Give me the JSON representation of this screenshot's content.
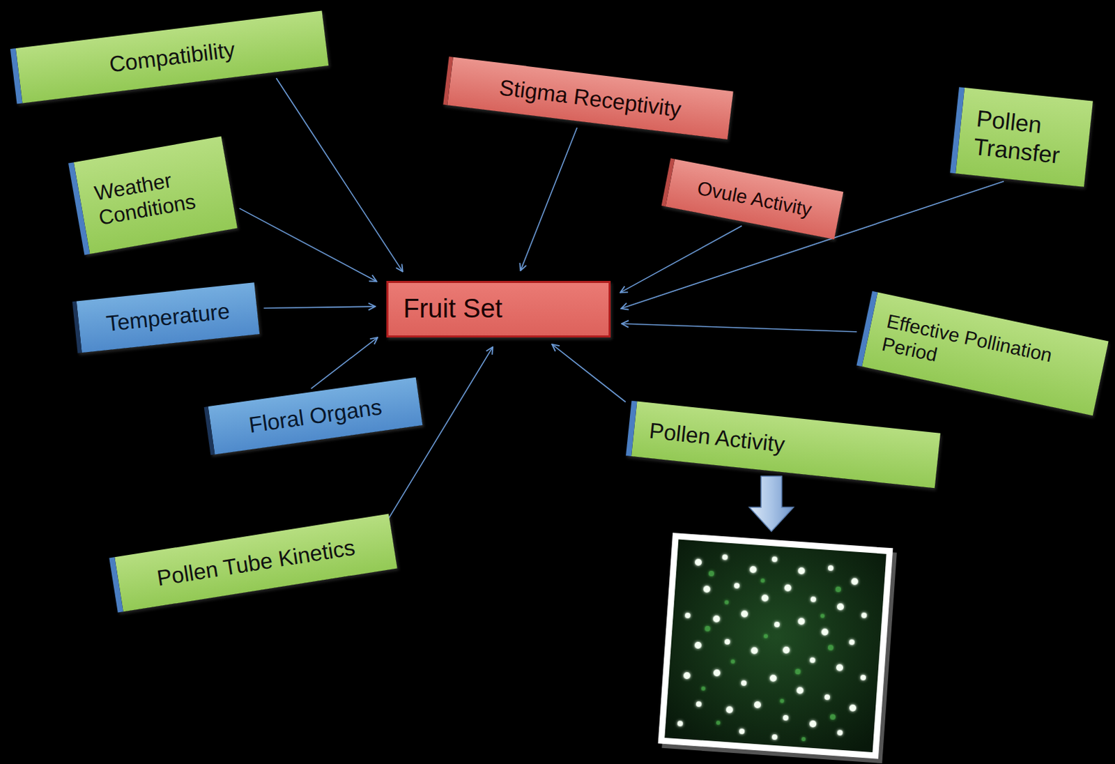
{
  "diagram": {
    "nodes": [
      {
        "text": [
          "Compatibility"
        ]
      },
      {
        "text": [
          "Stigma Receptivity"
        ]
      },
      {
        "text": [
          "Pollen Transfer"
        ]
      },
      {
        "text": [
          "Weather Conditions"
        ]
      },
      {
        "text": [
          "Ovule Activity"
        ]
      },
      {
        "text": [
          "Temperature"
        ]
      },
      {
        "text": [
          "Fruit Set"
        ]
      },
      {
        "text": [
          "Effective Pollination Period"
        ]
      },
      {
        "text": [
          "Floral Organs"
        ]
      },
      {
        "text": [
          "Pollen Activity"
        ]
      },
      {
        "text": [
          "Pollen Tube Kinetics"
        ]
      }
    ],
    "edges": [
      {
        "from": 0,
        "to": 6,
        "arrow": "to"
      },
      {
        "from": 1,
        "to": 6,
        "arrow": "to"
      },
      {
        "from": 2,
        "to": 6,
        "arrow": "to"
      },
      {
        "from": 3,
        "to": 6,
        "arrow": "to"
      },
      {
        "from": 4,
        "to": 6,
        "arrow": "to"
      },
      {
        "from": 5,
        "to": 6,
        "arrow": "to"
      },
      {
        "from": 7,
        "to": 6,
        "arrow": "to"
      },
      {
        "from": 8,
        "to": 6,
        "arrow": "to"
      },
      {
        "from": 9,
        "to": 6,
        "arrow": "to"
      },
      {
        "from": 10,
        "to": 6,
        "arrow": "to"
      }
    ]
  }
}
